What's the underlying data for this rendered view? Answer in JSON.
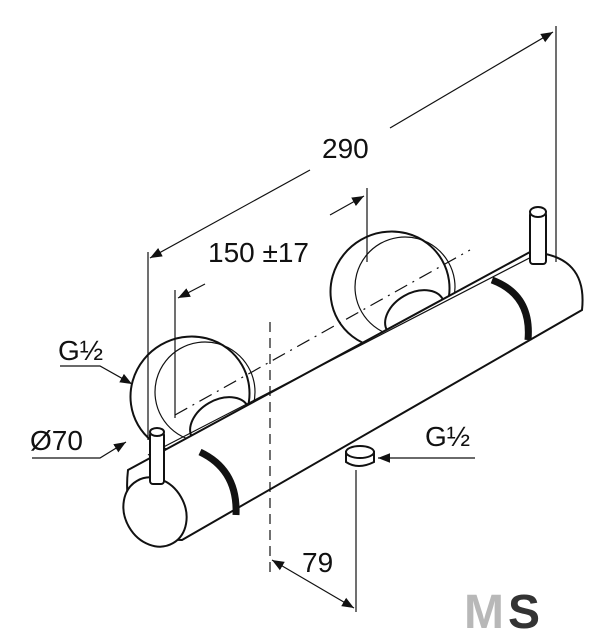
{
  "dimensions": {
    "overall_length": "290",
    "center_distance": "150 ±17",
    "outlet_offset": "79",
    "rosette_diameter": "Ø70"
  },
  "connections": {
    "inlet_thread": "G½",
    "outlet_thread": "G½"
  },
  "logo": {
    "left_letter": "M",
    "right_letter": "S"
  }
}
